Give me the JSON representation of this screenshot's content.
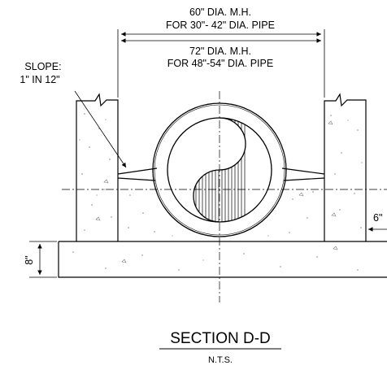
{
  "dimensions": {
    "mh_60_line1": "60\" DIA. M.H.",
    "mh_60_line2": "FOR 30\"- 42\" DIA. PIPE",
    "mh_72_line1": "72\" DIA. M.H.",
    "mh_72_line2": "FOR 48\"-54\" DIA. PIPE",
    "slope_line1": "SLOPE:",
    "slope_line2": "1\" IN 12\"",
    "side_clearance": "6\"",
    "base_thickness": "8\""
  },
  "section": {
    "title": "SECTION D-D",
    "scale_note": "N.T.S."
  }
}
